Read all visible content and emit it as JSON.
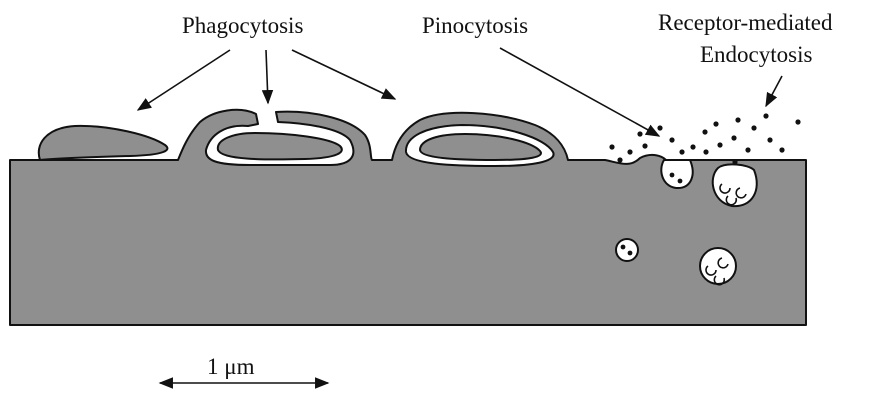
{
  "labels": {
    "phagocytosis": "Phagocytosis",
    "pinocytosis": "Pinocytosis",
    "receptor_line1": "Receptor-mediated",
    "receptor_line2": "Endocytosis"
  },
  "scale_bar": {
    "label": "1 μm"
  },
  "colors": {
    "cell": "#8f8f8f",
    "outline": "#111111",
    "background": "#ffffff"
  }
}
